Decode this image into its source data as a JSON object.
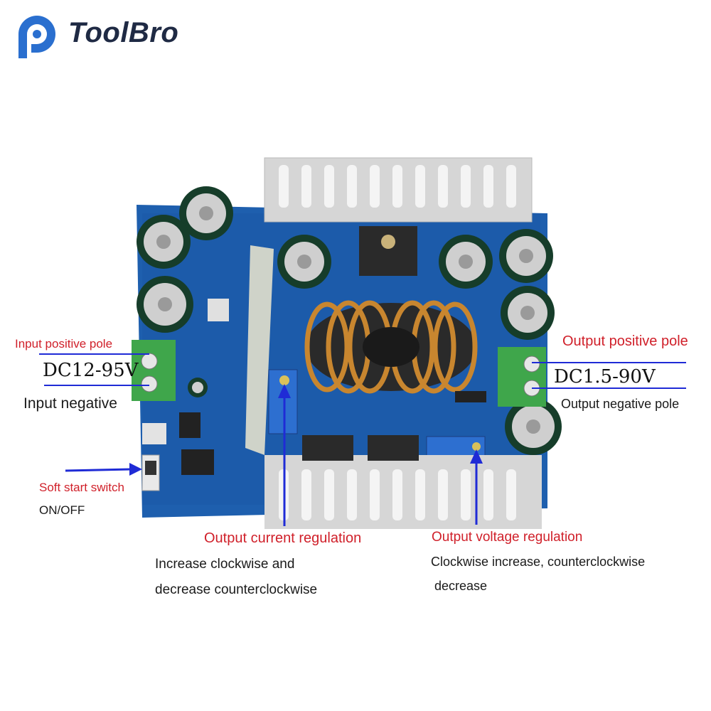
{
  "brand": {
    "name": "ToolBro",
    "logo_icon": "toolbro-logo-icon"
  },
  "labels": {
    "input_positive": "Input positive pole",
    "input_voltage": "DC12-95V",
    "input_negative": "Input negative",
    "soft_start": "Soft start switch",
    "soft_start_state": "ON/OFF",
    "output_positive": "Output positive pole",
    "output_voltage": "DC1.5-90V",
    "output_negative": "Output negative pole",
    "current_reg_title": "Output current regulation",
    "current_reg_line1": "Increase clockwise and",
    "current_reg_line2": "decrease counterclockwise",
    "voltage_reg_title": "Output voltage regulation",
    "voltage_reg_line1": "Clockwise increase, counterclockwise",
    "voltage_reg_line2": "decrease"
  },
  "colors": {
    "pcb": "#1e5fae",
    "heatsink": "#d9d9d9",
    "arrow": "#1f2bd6",
    "label_red": "#d0202a"
  }
}
